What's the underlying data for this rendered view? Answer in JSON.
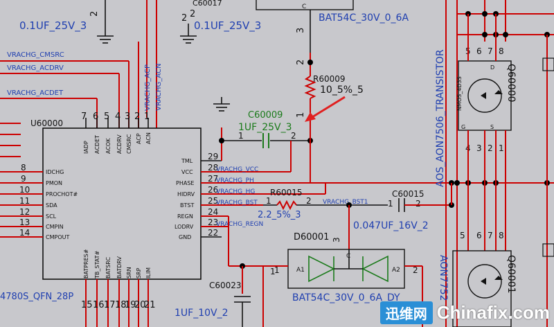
{
  "top": {
    "c_left_val": "0.1UF_25V_3",
    "c_left_pin": "2",
    "c_mid_ref": "C60017",
    "c_mid_val": "0.1UF_25V_3",
    "c_mid_pin": "2",
    "bat_top_val": "BAT54C_30V_0_6A",
    "bat_top_pin": "C"
  },
  "nets_left": [
    "VRACHG_CMSRC",
    "VRACHG_ACDRV",
    "VRACHG_ACDET"
  ],
  "nets_top_vertical": [
    "VRACHG_ACP",
    "VRACHG_ACN"
  ],
  "ic": {
    "ref": "U60000",
    "part": "4780S_QFN_28P",
    "top_pins": [
      {
        "num": "7",
        "name": "IADP"
      },
      {
        "num": "6",
        "name": "ACDET"
      },
      {
        "num": "5",
        "name": "ACOK"
      },
      {
        "num": "4",
        "name": "ACDRV"
      },
      {
        "num": "3",
        "name": "CMSRC"
      },
      {
        "num": "2",
        "name": "ACP"
      },
      {
        "num": "1",
        "name": "ACN"
      }
    ],
    "left_pins": [
      {
        "num": "8",
        "name": "IDCHG"
      },
      {
        "num": "9",
        "name": "PMON"
      },
      {
        "num": "10",
        "name": "PROCHOT#"
      },
      {
        "num": "11",
        "name": "SDA"
      },
      {
        "num": "12",
        "name": "SCL"
      },
      {
        "num": "13",
        "name": "CMPIN"
      },
      {
        "num": "14",
        "name": "CMPOUT"
      }
    ],
    "right_pins": [
      {
        "num": "29",
        "name": "TML"
      },
      {
        "num": "28",
        "name": "VCC"
      },
      {
        "num": "27",
        "name": "PHASE"
      },
      {
        "num": "26",
        "name": "HIDRV"
      },
      {
        "num": "25",
        "name": "BTST"
      },
      {
        "num": "24",
        "name": "REGN"
      },
      {
        "num": "23",
        "name": "LODRV"
      },
      {
        "num": "22",
        "name": "GND"
      }
    ],
    "bottom_pins": [
      {
        "num": "15",
        "name": "BATPRES#"
      },
      {
        "num": "16",
        "name": "TB_STAT#"
      },
      {
        "num": "17",
        "name": "BATSRC"
      },
      {
        "num": "18",
        "name": "BATDRV"
      },
      {
        "num": "19",
        "name": "SRN"
      },
      {
        "num": "20",
        "name": "SRP"
      },
      {
        "num": "21",
        "name": "ILIM"
      }
    ]
  },
  "nets_right": [
    "VRACHG_VCC",
    "VRACHG_PH",
    "VRACHG_HG",
    "VRACHG_BST",
    "VRACHG_REGN",
    "VRACHG_BST1"
  ],
  "r60009": {
    "ref": "R60009",
    "val": "10_5%_5",
    "pin_top_a": "3",
    "pin_top_b": "2",
    "pin_bot": "1"
  },
  "c60009": {
    "ref": "C60009",
    "val": "1UF_25V_3",
    "pin1": "1",
    "pin2": "2"
  },
  "r60015": {
    "ref": "R60015",
    "val": "2.2_5%_3",
    "pin1": "1",
    "pin2": "2"
  },
  "c60015": {
    "ref": "C60015",
    "val": "0.047UF_16V_2",
    "pin1": "1",
    "pin2": "2"
  },
  "d60001": {
    "ref": "D60001",
    "val": "BAT54C_30V_0_6A_DY",
    "a1": "A1",
    "a2": "A2",
    "c": "C",
    "pin_left": "1",
    "pin_right": "2",
    "pin_top": "3"
  },
  "c60023": {
    "ref": "C60023",
    "val": "1UF_10V_2",
    "pin": "1"
  },
  "q_upper": {
    "ref": "Q60000",
    "model": "AOS_AON7506_TRANSISTOR",
    "inner": "NMOS_4D3S",
    "pins_top": [
      "5",
      "6",
      "7",
      "8"
    ],
    "pins_bot": [
      "4",
      "3",
      "2",
      "1"
    ],
    "g": "G",
    "s": "S",
    "d": "D"
  },
  "q_lower": {
    "ref": "Q60001",
    "model": "AON7752",
    "pins_top": [
      "5",
      "6",
      "7",
      "8"
    ]
  },
  "watermark": {
    "box": "迅维网",
    "text": "Chinafix.com"
  }
}
